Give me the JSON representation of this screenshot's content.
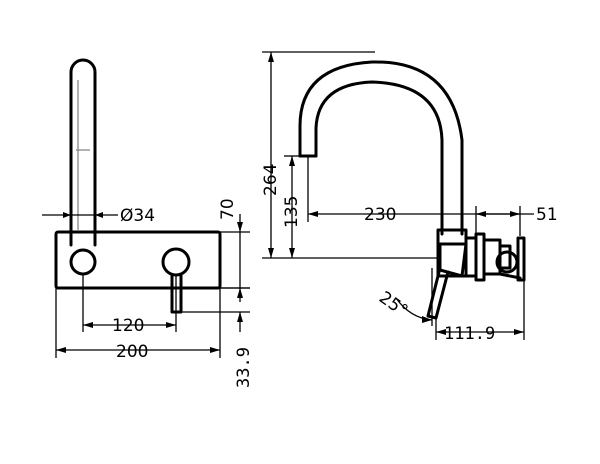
{
  "front_view": {
    "dim_diameter": "Ø34",
    "dim_height": "70",
    "dim_spacing": "120",
    "dim_width": "200",
    "dim_lever_offset": "33.9"
  },
  "side_view": {
    "dim_total_height": "264",
    "dim_outlet_height": "135",
    "dim_reach": "230",
    "dim_depth": "51",
    "dim_angle": "25°",
    "dim_lever_projection": "111.9"
  }
}
